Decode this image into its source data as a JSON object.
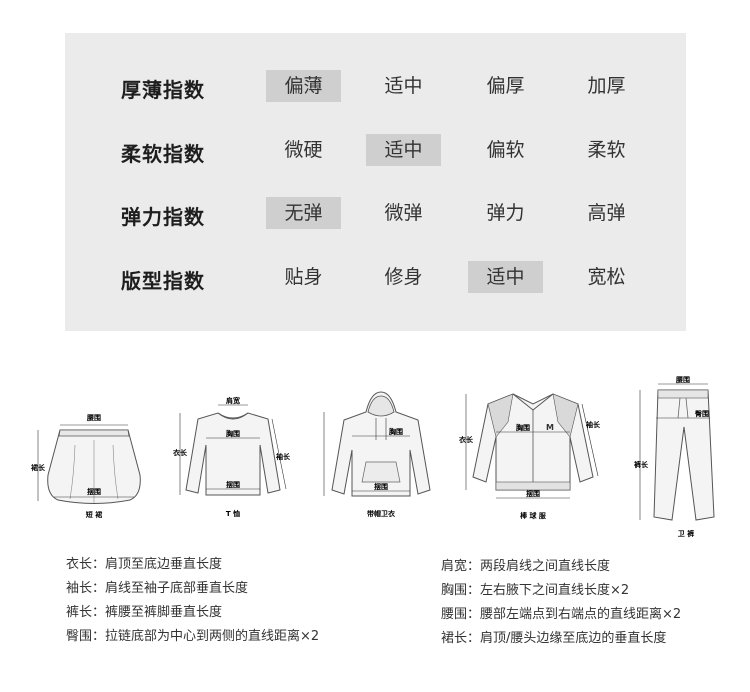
{
  "index_table": [
    {
      "label": "厚薄指数",
      "options": [
        "偏薄",
        "适中",
        "偏厚",
        "加厚"
      ],
      "selected": 0
    },
    {
      "label": "柔软指数",
      "options": [
        "微硬",
        "适中",
        "偏软",
        "柔软"
      ],
      "selected": 1
    },
    {
      "label": "弹力指数",
      "options": [
        "无弹",
        "微弹",
        "弹力",
        "高弹"
      ],
      "selected": 0
    },
    {
      "label": "版型指数",
      "options": [
        "贴身",
        "修身",
        "适中",
        "宽松"
      ],
      "selected": 2
    }
  ],
  "figures": {
    "skirt": {
      "caption": "短 裙",
      "waist": "腰围",
      "length": "裙长",
      "hem": "摆围"
    },
    "tshirt": {
      "caption": "T 恤",
      "shoulder": "肩宽",
      "chest": "胸围",
      "body": "衣长",
      "sleeve": "袖长",
      "hem": "摆围"
    },
    "hoodie": {
      "caption": "带帽卫衣",
      "chest": "胸围",
      "hem": "摆围"
    },
    "jacket": {
      "caption": "棒 球 服",
      "body": "衣长",
      "chest": "胸围",
      "sleeve": "袖长",
      "hem": "摆围"
    },
    "pants": {
      "caption": "卫 裤",
      "waist": "腰围",
      "hip": "臀围",
      "length": "裤长"
    }
  },
  "definitions_left": [
    "衣长：肩顶至底边垂直长度",
    "袖长：肩线至袖子底部垂直长度",
    "裤长：裤腰至裤脚垂直长度",
    "臀围：拉链底部为中心到两侧的直线距离×2"
  ],
  "definitions_right": [
    "肩宽：两段肩线之间直线长度",
    "胸围：左右腋下之间直线长度×2",
    "腰围：腰部左端点到右端点的直线距离×2",
    "裙长：肩顶/腰头边缘至底边的垂直长度"
  ]
}
